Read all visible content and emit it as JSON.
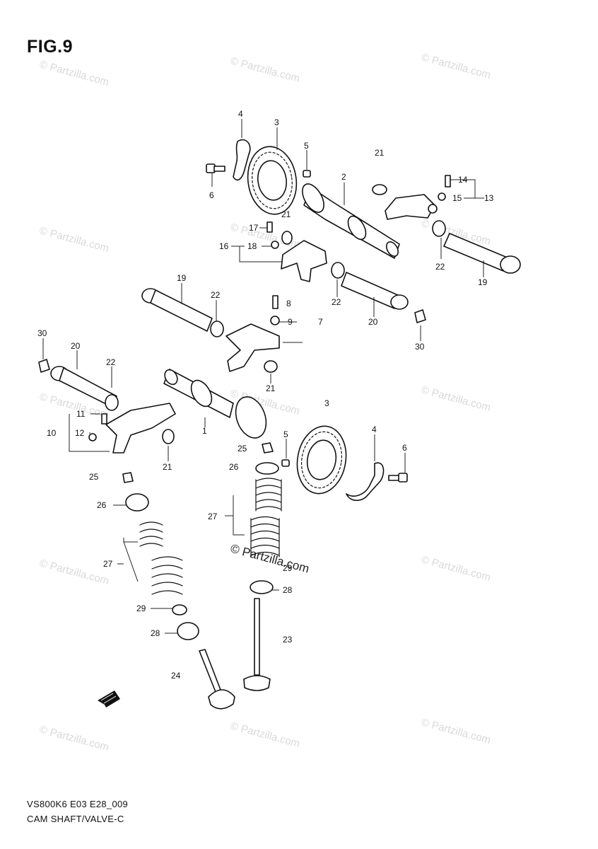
{
  "figure": {
    "title": "FIG.9"
  },
  "footer": {
    "model_code": "VS800K6 E03 E28_009",
    "caption": "CAM SHAFT/VALVE-C"
  },
  "watermark": {
    "text": "© Partzilla.com",
    "center_text": "© Partzilla.com"
  },
  "callouts": [
    {
      "id": "c4a",
      "label": "4"
    },
    {
      "id": "c3a",
      "label": "3"
    },
    {
      "id": "c5a",
      "label": "5"
    },
    {
      "id": "c21a",
      "label": "21"
    },
    {
      "id": "c6a",
      "label": "6"
    },
    {
      "id": "c2",
      "label": "2"
    },
    {
      "id": "c14",
      "label": "14"
    },
    {
      "id": "c15",
      "label": "15"
    },
    {
      "id": "c13",
      "label": "13"
    },
    {
      "id": "c21b",
      "label": "21"
    },
    {
      "id": "c17",
      "label": "17"
    },
    {
      "id": "c16",
      "label": "16"
    },
    {
      "id": "c18",
      "label": "18"
    },
    {
      "id": "c22a",
      "label": "22"
    },
    {
      "id": "c19a",
      "label": "19"
    },
    {
      "id": "c19b",
      "label": "19"
    },
    {
      "id": "c22b",
      "label": "22"
    },
    {
      "id": "c8",
      "label": "8"
    },
    {
      "id": "c22c",
      "label": "22"
    },
    {
      "id": "c9",
      "label": "9"
    },
    {
      "id": "c7",
      "label": "7"
    },
    {
      "id": "c20a",
      "label": "20"
    },
    {
      "id": "c30a",
      "label": "30"
    },
    {
      "id": "c30b",
      "label": "30"
    },
    {
      "id": "c20b",
      "label": "20"
    },
    {
      "id": "c22d",
      "label": "22"
    },
    {
      "id": "c21c",
      "label": "21"
    },
    {
      "id": "c3b",
      "label": "3"
    },
    {
      "id": "c11",
      "label": "11"
    },
    {
      "id": "c10",
      "label": "10"
    },
    {
      "id": "c12",
      "label": "12"
    },
    {
      "id": "c1",
      "label": "1"
    },
    {
      "id": "c4b",
      "label": "4"
    },
    {
      "id": "c5b",
      "label": "5"
    },
    {
      "id": "c6b",
      "label": "6"
    },
    {
      "id": "c25a",
      "label": "25"
    },
    {
      "id": "c21d",
      "label": "21"
    },
    {
      "id": "c26a",
      "label": "26"
    },
    {
      "id": "c25b",
      "label": "25"
    },
    {
      "id": "c26b",
      "label": "26"
    },
    {
      "id": "c27a",
      "label": "27"
    },
    {
      "id": "c29a",
      "label": "29"
    },
    {
      "id": "c27b",
      "label": "27"
    },
    {
      "id": "c28a",
      "label": "28"
    },
    {
      "id": "c29b",
      "label": "29"
    },
    {
      "id": "c28b",
      "label": "28"
    },
    {
      "id": "c23",
      "label": "23"
    },
    {
      "id": "c24",
      "label": "24"
    }
  ],
  "orientation_icon": "front-arrow-icon"
}
